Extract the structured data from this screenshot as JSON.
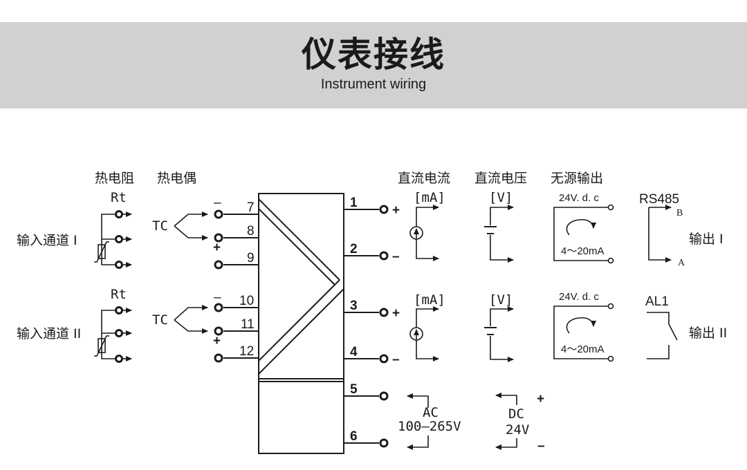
{
  "header": {
    "title": "仪表接线",
    "subtitle": "Instrument wiring"
  },
  "inputs": {
    "col_rtd": "热电阻",
    "col_tc": "热电偶",
    "rt": "Rt",
    "tc": "TC",
    "channel1": "输入通道 I",
    "channel2": "输入通道 II",
    "minus": "–",
    "plus": "+"
  },
  "terminals": [
    "7",
    "8",
    "9",
    "10",
    "11",
    "12",
    "1",
    "2",
    "3",
    "4",
    "5",
    "6"
  ],
  "outputs": {
    "col_current": "直流电流",
    "col_voltage": "直流电压",
    "col_passive": "无源输出",
    "ma": "[mA]",
    "v": "[V]",
    "supply": "24V. d. c",
    "range": "4～20mA",
    "rs485": "RS485",
    "b": "B",
    "a": "A",
    "out1": "输出 I",
    "al1": "AL1",
    "out2": "输出 II",
    "plus": "+",
    "minus": "–"
  },
  "power": {
    "ac": "AC",
    "ac_range": "100–265V",
    "dc": "DC",
    "dc_v": "24V",
    "plus": "+",
    "minus": "–"
  },
  "colors": {
    "line": "#1a1a1a",
    "banner": "#d1d1d1"
  }
}
